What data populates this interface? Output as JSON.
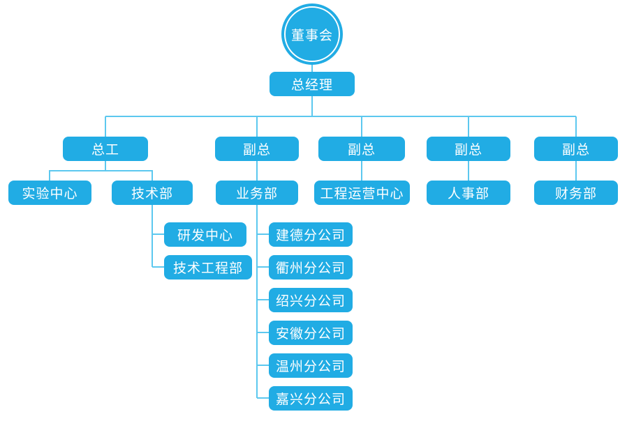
{
  "org_chart": {
    "type": "organization-chart",
    "colors": {
      "node": "#21ACE4",
      "connector": "#5CC8EF",
      "text": "#FFFFFF",
      "background": "#FFFFFF"
    },
    "board": "董事会",
    "general_manager": "总经理",
    "branches": [
      {
        "head": "总工",
        "departments": [
          {
            "name": "实验中心"
          },
          {
            "name": "技术部",
            "sub_departments": [
              "研发中心",
              "技术工程部"
            ]
          }
        ]
      },
      {
        "head": "副总",
        "departments": [
          {
            "name": "业务部",
            "sub_departments": [
              "建德分公司",
              "衢州分公司",
              "绍兴分公司",
              "安徽分公司",
              "温州分公司",
              "嘉兴分公司"
            ]
          }
        ]
      },
      {
        "head": "副总",
        "departments": [
          {
            "name": "工程运营中心"
          }
        ]
      },
      {
        "head": "副总",
        "departments": [
          {
            "name": "人事部"
          }
        ]
      },
      {
        "head": "副总",
        "departments": [
          {
            "name": "财务部"
          }
        ]
      }
    ]
  }
}
